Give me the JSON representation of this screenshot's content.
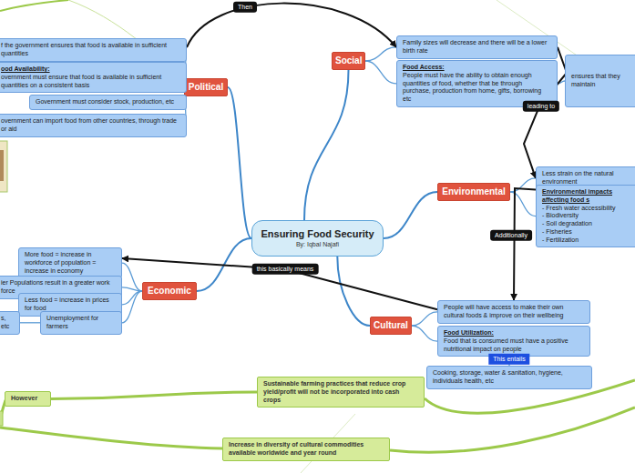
{
  "diagram": {
    "nodes": [
      {
        "text": [
          "Ensuring Food Security",
          "By: Iqbal Najafi"
        ]
      },
      {
        "text": [
          "Political"
        ]
      },
      {
        "text": [
          "f the government ensures that food is available in sufficient quantities"
        ]
      },
      {
        "text": [
          "ood Availability:",
          "overnment must ensure that food is available in sufficient quantities on a consistent basis"
        ]
      },
      {
        "text": [
          "Government must consider stock, production, etc"
        ]
      },
      {
        "text": [
          "overnment can import food from other countries, through trade or aid"
        ]
      },
      {
        "text": [
          "Social"
        ]
      },
      {
        "text": [
          "Family sizes will decrease and there will be a lower birth rate"
        ]
      },
      {
        "text": [
          "Food Access:",
          "People must have the ability to obtain enough quantities of food, whether that be through purchase, production from home, gifts, borrowing etc"
        ]
      },
      {
        "text": [
          "ensures that they maintain"
        ]
      },
      {
        "text": [
          "Environmental"
        ]
      },
      {
        "text": [
          "Less strain on the natural environment"
        ]
      },
      {
        "text": [
          "Environmental impacts affecting food s",
          "- Fresh water accessibility",
          "- Biodiversity",
          "- Soil degradation",
          "- Fisheries",
          "- Fertilization"
        ]
      },
      {
        "text": [
          "Cultural"
        ]
      },
      {
        "text": [
          "People will have access to make their own cultural foods & improve on their wellbeing"
        ]
      },
      {
        "text": [
          "Food Utilization:",
          "Food that is consumed must have a positive nutritional impact on people"
        ]
      },
      {
        "text": [
          "Cooking, storage, water & sanitation, hygiene, individuals health, etc"
        ]
      },
      {
        "text": [
          "Economic"
        ]
      },
      {
        "text": [
          "More food = increase in workforce of population = increase in economy"
        ]
      },
      {
        "text": [
          "ier Populations result in a greater work force"
        ]
      },
      {
        "text": [
          "Less food = increase in prices for food"
        ]
      },
      {
        "text": [
          "Unemployment for farmers"
        ]
      },
      {
        "text": [
          "s, etc"
        ]
      },
      {
        "text": [
          "However"
        ]
      },
      {
        "text": [
          "Sustainable farming practices that reduce crop yield/profit will not be incorporated into cash crops"
        ]
      },
      {
        "text": [
          "Increase in diversity of cultural commodities available worldwide and year round"
        ]
      }
    ],
    "edges": [
      {
        "from": 0,
        "to": 1,
        "arrow": "none"
      },
      {
        "from": 0,
        "to": 6,
        "arrow": "none"
      },
      {
        "from": 0,
        "to": 10,
        "arrow": "none"
      },
      {
        "from": 0,
        "to": 13,
        "arrow": "none"
      },
      {
        "from": 0,
        "to": 17,
        "arrow": "none"
      },
      {
        "from": 1,
        "to": 2,
        "arrow": "none"
      },
      {
        "from": 1,
        "to": 3,
        "arrow": "none"
      },
      {
        "from": 1,
        "to": 4,
        "arrow": "none"
      },
      {
        "from": 1,
        "to": 5,
        "arrow": "none"
      },
      {
        "from": 6,
        "to": 7,
        "arrow": "none"
      },
      {
        "from": 6,
        "to": 8,
        "arrow": "none"
      },
      {
        "from": 8,
        "to": 9,
        "arrow": "none"
      },
      {
        "from": 10,
        "to": 11,
        "arrow": "none"
      },
      {
        "from": 10,
        "to": 12,
        "arrow": "none"
      },
      {
        "from": 13,
        "to": 14,
        "arrow": "none"
      },
      {
        "from": 13,
        "to": 15,
        "arrow": "none"
      },
      {
        "from": 15,
        "to": 16,
        "label": "This entails",
        "arrow": "none"
      },
      {
        "from": 17,
        "to": 18,
        "arrow": "none"
      },
      {
        "from": 17,
        "to": 19,
        "arrow": "none"
      },
      {
        "from": 17,
        "to": 20,
        "arrow": "none"
      },
      {
        "from": 17,
        "to": 21,
        "arrow": "none"
      },
      {
        "from": 21,
        "to": 22,
        "arrow": "none"
      },
      {
        "from": 2,
        "to": 7,
        "label": "Then",
        "arrow": "to"
      },
      {
        "from": 7,
        "to": 11,
        "label": "leading to",
        "arrow": "to"
      },
      {
        "from": 12,
        "to": 14,
        "label": "Additionally",
        "arrow": "to"
      },
      {
        "from": 14,
        "to": 18,
        "label": "this basically means",
        "arrow": "to"
      },
      {
        "from": 23,
        "to": 24,
        "arrow": "none"
      }
    ]
  }
}
